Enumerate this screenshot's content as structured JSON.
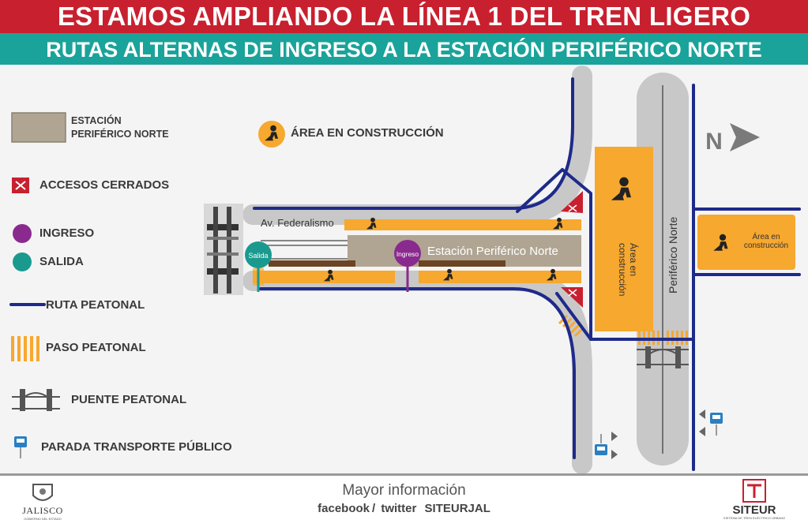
{
  "header": {
    "title": "ESTAMOS AMPLIANDO LA LÍNEA 1 DEL TREN LIGERO",
    "subtitle": "RUTAS ALTERNAS DE INGRESO A LA ESTACIÓN PERIFÉRICO NORTE"
  },
  "legend": {
    "station_line1": "ESTACIÓN",
    "station_line2": "PERIFÉRICO NORTE",
    "construction": "ÁREA EN CONSTRUCCIÓN",
    "closed_access": "ACCESOS CERRADOS",
    "entry": "INGRESO",
    "exit": "SALIDA",
    "pedestrian_route": "RUTA PEATONAL",
    "crosswalk": "PASO PEATONAL",
    "footbridge": "PUENTE PEATONAL",
    "bus_stop": "PARADA TRANSPORTE PÚBLICO"
  },
  "map": {
    "street_federalismo": "Av. Federalismo",
    "station_name": "Estación Periférico Norte",
    "exit_label": "Salida",
    "entry_label": "Ingreso",
    "construction_area_vertical_1": "Área en",
    "construction_area_vertical_2": "construcción",
    "periferico_label": "Periférico Norte",
    "construction_area_right_1": "Área en",
    "construction_area_right_2": "construcción",
    "north_label": "N"
  },
  "footer": {
    "more_info": "Mayor información",
    "facebook": "facebook",
    "twitter": "twitter",
    "handle": "SITEURJAL",
    "jalisco": "JALISCO",
    "jalisco_sub": "GOBIERNO DEL ESTADO",
    "siteur": "SITEUR",
    "siteur_sub": "SISTEMA DE TREN ELÉCTRICO URBANO"
  },
  "colors": {
    "banner_red": "#c8202f",
    "banner_teal": "#1aa39a",
    "route_blue": "#1e2a8a",
    "construction_orange": "#f7a82f",
    "road_gray": "#c8c8c8",
    "entry_purple": "#8a2a8e",
    "exit_teal": "#1a9a8f",
    "closed_red": "#c8202f"
  }
}
